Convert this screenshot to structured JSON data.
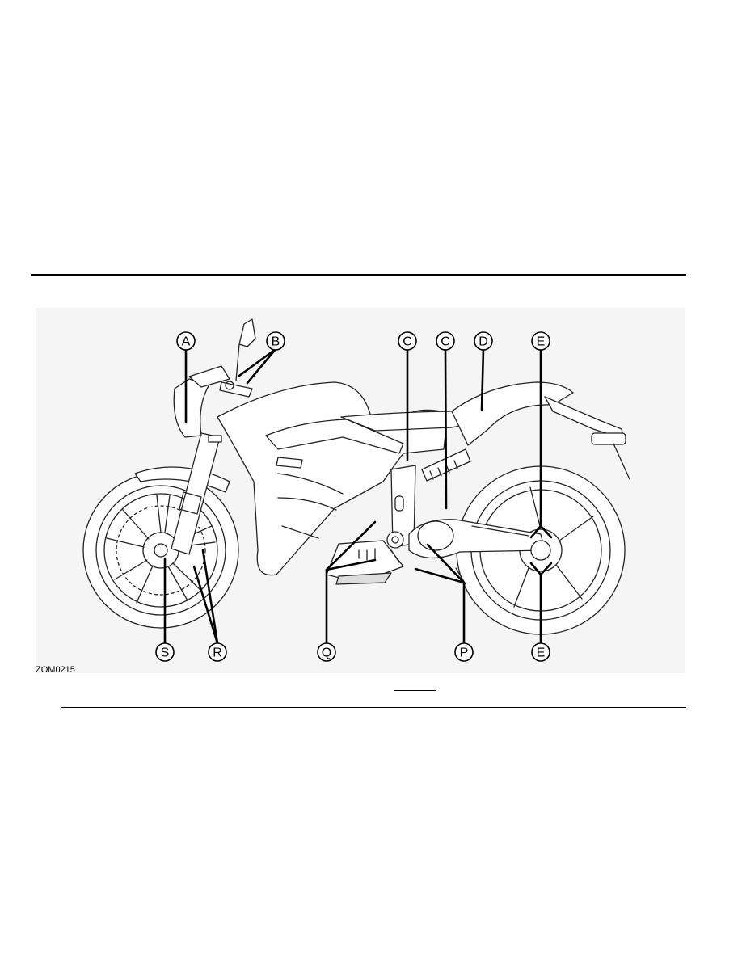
{
  "figure": {
    "id": "ZOM0215",
    "callouts": [
      {
        "key": "A",
        "letter": "A"
      },
      {
        "key": "B",
        "letter": "B"
      },
      {
        "key": "C1",
        "letter": "C"
      },
      {
        "key": "C2",
        "letter": "C"
      },
      {
        "key": "D",
        "letter": "D"
      },
      {
        "key": "E1",
        "letter": "E"
      },
      {
        "key": "S",
        "letter": "S"
      },
      {
        "key": "R",
        "letter": "R"
      },
      {
        "key": "Q",
        "letter": "Q"
      },
      {
        "key": "P",
        "letter": "P"
      },
      {
        "key": "E2",
        "letter": "E"
      }
    ]
  }
}
